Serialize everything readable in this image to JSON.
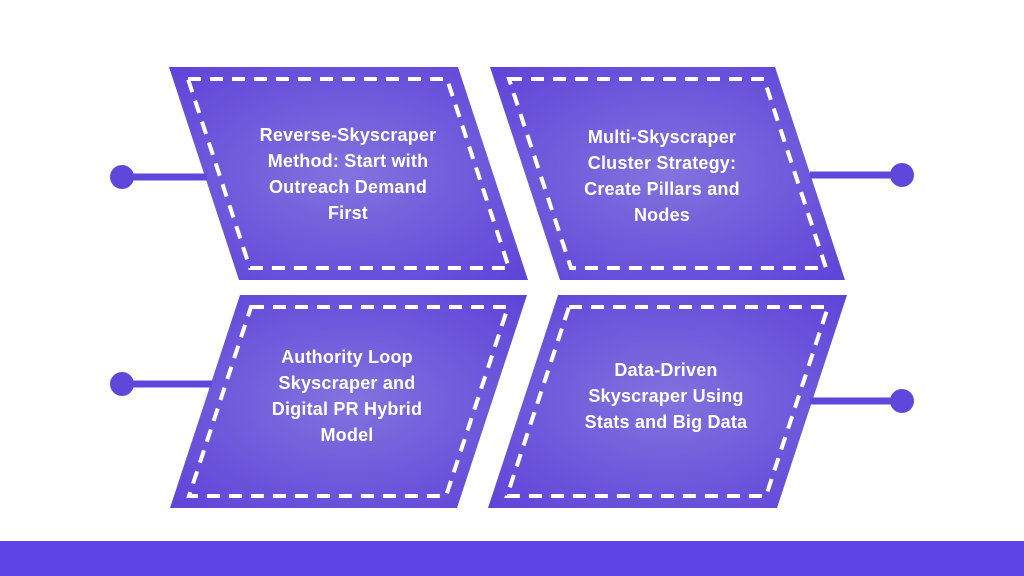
{
  "colors": {
    "background": "#ffffff",
    "shape_gradient_center": "#8273de",
    "shape_gradient_mid": "#6d57db",
    "shape_gradient_edge": "#5d43d8",
    "dash_border": "#ffffff",
    "connector": "#5e48dc",
    "footer_bar": "#5d42e4",
    "label_text": "#ffffff"
  },
  "shapes": [
    {
      "id": "reverse-skyscraper",
      "label": "Reverse-Skyscraper\nMethod: Start with\nOutreach Demand\nFirst"
    },
    {
      "id": "multi-skyscraper",
      "label": "Multi-Skyscraper\nCluster Strategy:\nCreate Pillars and\nNodes"
    },
    {
      "id": "authority-loop",
      "label": "Authority Loop\nSkyscraper and\nDigital PR Hybrid\nModel"
    },
    {
      "id": "data-driven",
      "label": "Data-Driven\nSkyscraper Using\nStats and Big Data"
    }
  ]
}
